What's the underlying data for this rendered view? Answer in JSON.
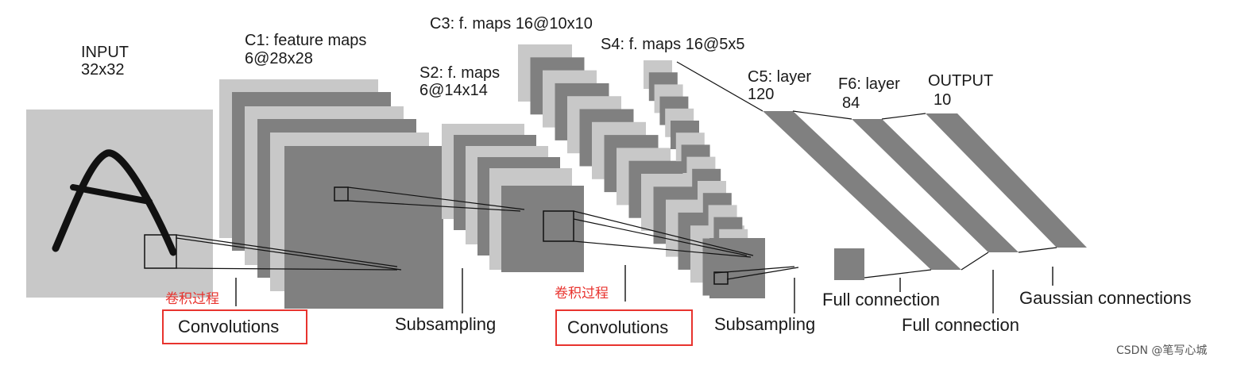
{
  "labels": {
    "input": [
      "INPUT",
      "32x32"
    ],
    "c1": [
      "C1: feature maps",
      "6@28x28"
    ],
    "s2": [
      "S2: f. maps",
      "6@14x14"
    ],
    "c3": [
      "C3: f. maps 16@10x10"
    ],
    "s4": [
      "S4: f. maps 16@5x5"
    ],
    "c5": [
      "C5: layer",
      "120"
    ],
    "f6": [
      "F6: layer",
      "84"
    ],
    "output": [
      "OUTPUT",
      "10"
    ]
  },
  "operations": {
    "convolutions_1": "Convolutions",
    "subsampling_1": "Subsampling",
    "convolutions_2": "Convolutions",
    "subsampling_2": "Subsampling",
    "full_connection_1": "Full connection",
    "full_connection_2": "Full connection",
    "gaussian": "Gaussian connections"
  },
  "annotations": {
    "conv_note_1": "卷积过程",
    "conv_note_2": "卷积过程"
  },
  "watermark": "CSDN @笔写心城",
  "colors": {
    "light_gray": "#c8c8c8",
    "dark_gray": "#808080",
    "highlight_red": "#e8332e"
  }
}
